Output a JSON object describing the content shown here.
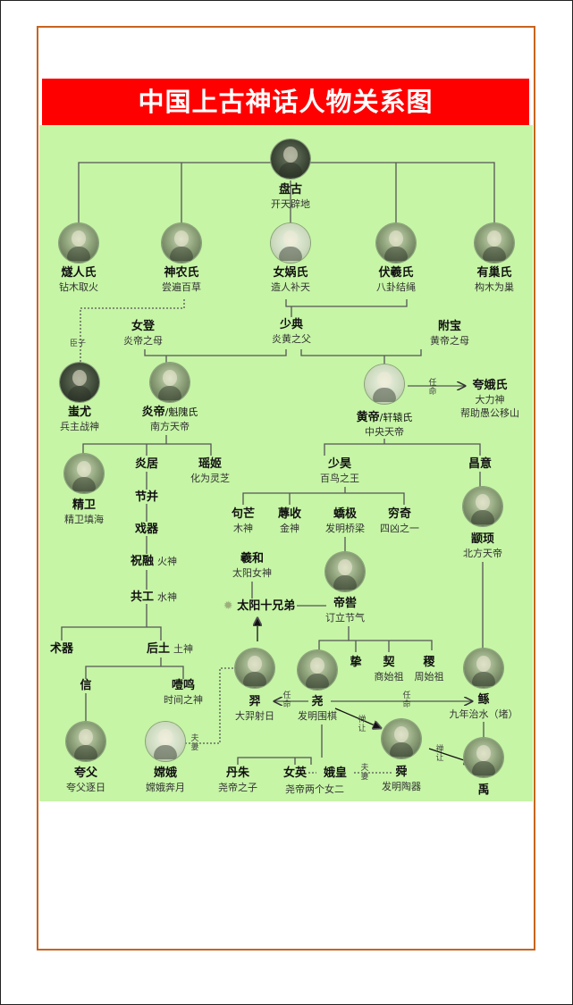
{
  "title": "中国上古神话人物关系图",
  "colors": {
    "title_bg": "#ff0000",
    "board_bg": "#c6f5a6",
    "frame": "#c8641e"
  },
  "nodes": {
    "pangu": {
      "name": "盘古",
      "desc": "开天辟地",
      "icon": "portrait-icon"
    },
    "suiren": {
      "name": "燧人氏",
      "desc": "钻木取火",
      "icon": "portrait-icon"
    },
    "shennong": {
      "name": "神农氏",
      "desc": "尝遍百草",
      "icon": "portrait-icon"
    },
    "nvwa": {
      "name": "女娲氏",
      "desc": "造人补天",
      "icon": "portrait-icon"
    },
    "fuxi": {
      "name": "伏羲氏",
      "desc": "八卦结绳",
      "icon": "portrait-icon"
    },
    "youchao": {
      "name": "有巢氏",
      "desc": "构木为巢",
      "icon": "portrait-icon"
    },
    "nvdeng": {
      "name": "女登",
      "desc": "炎帝之母"
    },
    "shaodian": {
      "name": "少典",
      "desc": "炎黄之父"
    },
    "fubao": {
      "name": "附宝",
      "desc": "黄帝之母"
    },
    "chiyou": {
      "name": "蚩尤",
      "desc": "兵主战神",
      "icon": "portrait-icon"
    },
    "yandi": {
      "name": "炎帝",
      "alt": "/魁隗氏",
      "desc": "南方天帝",
      "icon": "portrait-icon"
    },
    "huangdi": {
      "name": "黄帝",
      "alt": "/轩辕氏",
      "desc": "中央天帝",
      "icon": "portrait-icon"
    },
    "kuae": {
      "name": "夸娥氏",
      "desc": "大力神",
      "desc2": "帮助愚公移山"
    },
    "jingwei": {
      "name": "精卫",
      "desc": "精卫填海",
      "icon": "portrait-icon"
    },
    "yanju": {
      "name": "炎居"
    },
    "yaoji": {
      "name": "瑶姬",
      "desc": "化为灵芝"
    },
    "jiebing": {
      "name": "节并"
    },
    "xiqi": {
      "name": "戏器"
    },
    "zhurong": {
      "name": "祝融",
      "side": "火神"
    },
    "gonggong": {
      "name": "共工",
      "side": "水神"
    },
    "shuqi": {
      "name": "术器"
    },
    "houtu": {
      "name": "后土",
      "side": "土神"
    },
    "xin": {
      "name": "信"
    },
    "yeming": {
      "name": "噎鸣",
      "desc": "时间之神"
    },
    "kuafu": {
      "name": "夸父",
      "desc": "夸父逐日",
      "icon": "portrait-icon"
    },
    "change": {
      "name": "嫦娥",
      "desc": "嫦娥奔月",
      "icon": "portrait-icon"
    },
    "shaohao": {
      "name": "少昊",
      "desc": "百鸟之王"
    },
    "changyi": {
      "name": "昌意"
    },
    "goumang": {
      "name": "句芒",
      "desc": "木神"
    },
    "rushou": {
      "name": "蓐收",
      "desc": "金神"
    },
    "jiaoji": {
      "name": "蟜极",
      "desc": "发明桥梁"
    },
    "qiongqi": {
      "name": "穷奇",
      "desc": "四凶之一"
    },
    "zhuanxu": {
      "name": "颛顼",
      "desc": "北方天帝",
      "icon": "portrait-icon"
    },
    "xihe": {
      "name": "羲和",
      "desc": "太阳女神"
    },
    "suns": {
      "name": "太阳十兄弟",
      "icon": "sun-icon"
    },
    "diku": {
      "name": "帝喾",
      "desc": "订立节气",
      "icon": "portrait-icon"
    },
    "yi": {
      "name": "羿",
      "desc": "大羿射日",
      "icon": "portrait-icon"
    },
    "yao": {
      "name": "尧",
      "desc": "发明围棋",
      "icon": "portrait-icon"
    },
    "zhi": {
      "name": "挚"
    },
    "qi": {
      "name": "契",
      "desc": "商始祖"
    },
    "ji": {
      "name": "稷",
      "desc": "周始祖"
    },
    "gun": {
      "name": "鲧",
      "desc": "九年治水（堵）",
      "icon": "portrait-icon"
    },
    "shun": {
      "name": "舜",
      "desc": "发明陶器",
      "icon": "portrait-icon"
    },
    "yu": {
      "name": "禹",
      "icon": "portrait-icon"
    },
    "danzhu": {
      "name": "丹朱",
      "desc": "尧帝之子"
    },
    "nvying": {
      "name": "女英"
    },
    "ehuang": {
      "name": "娥皇"
    },
    "daughters": {
      "desc": "尧帝两个女二"
    }
  },
  "relations": {
    "minister": "臣子",
    "appoint": "任命",
    "couple": "夫妻",
    "abdicate": "禅让"
  }
}
